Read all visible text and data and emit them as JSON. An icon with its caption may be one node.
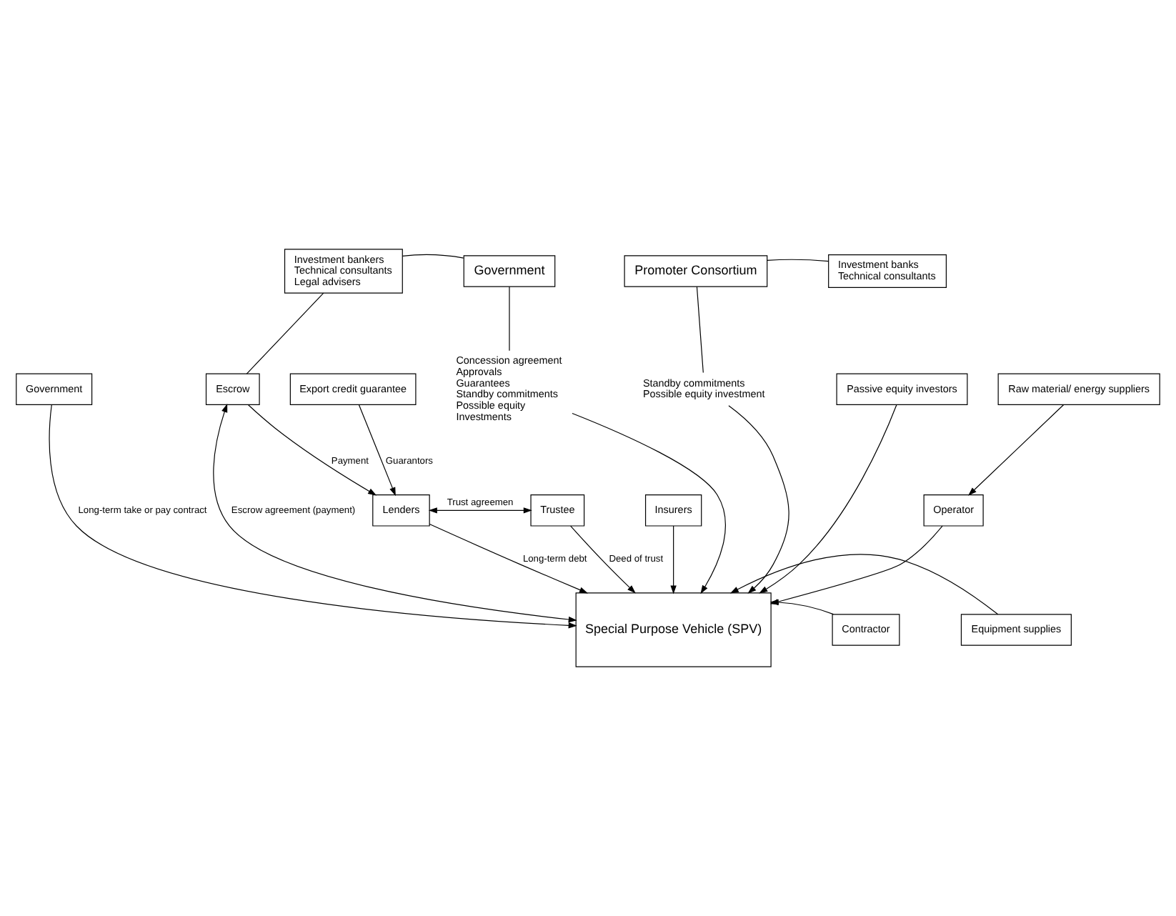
{
  "diagram": {
    "nodes": [
      {
        "text": [
          "Government"
        ]
      },
      {
        "text": [
          "Investment bankers",
          "Technical consultants",
          "Legal advisers"
        ]
      },
      {
        "text": [
          "Promoter Consortium"
        ]
      },
      {
        "text": [
          "Investment banks",
          "Technical consultants"
        ]
      },
      {
        "text": [
          "Government"
        ]
      },
      {
        "text": [
          "Passive equity investors"
        ]
      },
      {
        "text": [
          "Escrow"
        ]
      },
      {
        "text": [
          "Special Purpose Vehicle (SPV)"
        ]
      },
      {
        "text": [
          "Contractor"
        ]
      },
      {
        "text": [
          "Equipment supplies"
        ]
      },
      {
        "text": [
          "Lenders"
        ]
      },
      {
        "text": [
          "Trustee"
        ]
      },
      {
        "text": [
          "Insurers"
        ]
      },
      {
        "text": [
          "Operator"
        ]
      },
      {
        "text": [
          "Raw material/ energy suppliers"
        ]
      },
      {
        "text": [
          "Export credit guarantee"
        ]
      },
      {
        "text": [
          "Concession agreement",
          "Approvals",
          "Guarantees",
          "Standby commitments",
          "Possible equity",
          "Investments"
        ]
      },
      {
        "text": [
          "Standby commitments",
          "Possible equity investment"
        ]
      }
    ],
    "edges": [
      {
        "from": 1,
        "to": 0,
        "arrow": "none"
      },
      {
        "from": 2,
        "to": 3,
        "arrow": "none"
      },
      {
        "from": 0,
        "to": 16,
        "arrow": "none"
      },
      {
        "from": 16,
        "to": 7,
        "arrow": "to"
      },
      {
        "from": 2,
        "to": 17,
        "arrow": "none"
      },
      {
        "from": 17,
        "to": 7,
        "arrow": "to"
      },
      {
        "from": 5,
        "to": 7,
        "arrow": "to"
      },
      {
        "from": 4,
        "to": 7,
        "arrow": "to",
        "label": "Long-term take or pay contract"
      },
      {
        "from": 8,
        "to": 7,
        "arrow": "to"
      },
      {
        "from": 9,
        "to": 7,
        "arrow": "to"
      },
      {
        "from": 7,
        "to": 6,
        "arrow": "both",
        "label": "Escrow agreement (payment)"
      },
      {
        "from": 1,
        "to": 6,
        "arrow": "none"
      },
      {
        "from": 6,
        "to": 10,
        "arrow": "to",
        "label": "Payment"
      },
      {
        "from": 10,
        "to": 7,
        "arrow": "to",
        "label": "Long-term debt"
      },
      {
        "from": 10,
        "to": 11,
        "arrow": "both",
        "label": "Trust agreemen"
      },
      {
        "from": 11,
        "to": 7,
        "arrow": "to",
        "label": "Deed of trust"
      },
      {
        "from": 12,
        "to": 7,
        "arrow": "to"
      },
      {
        "from": 13,
        "to": 7,
        "arrow": "to"
      },
      {
        "from": 14,
        "to": 13,
        "arrow": "to"
      },
      {
        "from": 15,
        "to": 10,
        "arrow": "to",
        "label": "Guarantors"
      }
    ]
  }
}
